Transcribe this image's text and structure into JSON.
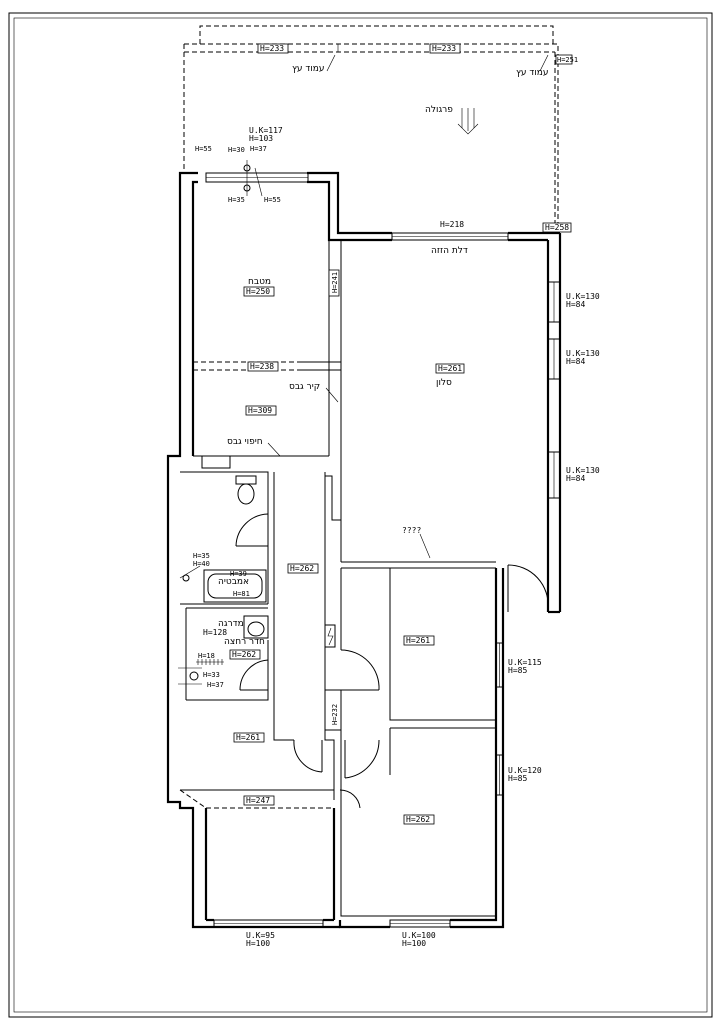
{
  "pergola": {
    "h_left": "H=233",
    "h_mid": "H=233",
    "h_right": "H=251",
    "wood_post_left": "עמוד עץ",
    "wood_post_right": "עמוד עץ",
    "label": "פרגולה"
  },
  "kitchen": {
    "window_uk": "U.K=117",
    "window_h": "H=103",
    "h55a": "H=55",
    "h30": "H=30",
    "h37": "H=37",
    "h35": "H=35",
    "h55b": "H=55",
    "name": "מטבח",
    "height": "H=250",
    "beam": "H=241",
    "dash_h": "H=238"
  },
  "service": {
    "height": "H=309",
    "drywall_wall": "קיר גבס",
    "drywall_cover": "חיפוי גבס"
  },
  "living": {
    "door_h": "H=218",
    "corner_h": "H=258",
    "door_label": "דלת הזזה",
    "height": "H=261",
    "name": "סלון",
    "unknown": "????",
    "win1_uk": "U.K=130",
    "win1_h": "H=84",
    "win2_uk": "U.K=130",
    "win2_h": "H=84",
    "win3_uk": "U.K=130",
    "win3_h": "H=84"
  },
  "corridor": {
    "height": "H=262",
    "beam": "H=232"
  },
  "bath": {
    "h35": "H=35",
    "h40": "H=40",
    "h39": "H=39",
    "h81": "H=81",
    "tub_label": "אמבטיה"
  },
  "wc": {
    "step": "מדרגה",
    "step_h": "H=128",
    "label": "חדר רחצה",
    "height": "H=262",
    "h18": "H=18",
    "h33": "H=33",
    "h37": "H=37"
  },
  "room_small": {
    "height": "H=261"
  },
  "room_bottom_left": {
    "dash_h": "H=247",
    "win_uk": "U.K=95",
    "win_h": "H=100"
  },
  "room_mid": {
    "height": "H=261",
    "win_uk": "U.K=115",
    "win_h": "H=85"
  },
  "room_bottom_right": {
    "height": "H=262",
    "win_uk": "U.K=120",
    "win_h": "H=85",
    "bottom_uk": "U.K=100",
    "bottom_h": "H=100"
  }
}
